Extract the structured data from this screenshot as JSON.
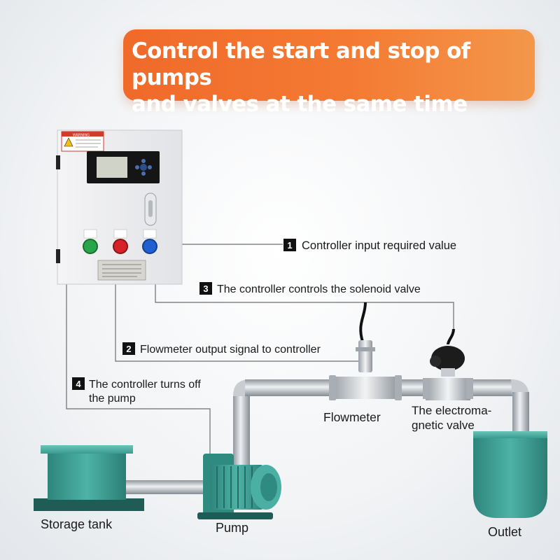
{
  "headline": {
    "line1": "Control the start and stop of pumps",
    "line2": "and valves at the same time"
  },
  "panel": {
    "warning_label": "WARNING"
  },
  "steps": [
    {
      "number": "1",
      "text": "Controller input required value"
    },
    {
      "number": "2",
      "text": "Flowmeter output signal to controller"
    },
    {
      "number": "3",
      "text": "The controller controls the solenoid valve"
    },
    {
      "number": "4",
      "line1": "The controller turns off",
      "line2": "the pump"
    }
  ],
  "components": {
    "flowmeter": "Flowmeter",
    "valve_line1": "The electroma-",
    "valve_line2": "gnetic valve",
    "storage_tank": "Storage tank",
    "pump": "Pump",
    "outlet": "Outlet"
  },
  "colors": {
    "banner": "#f27430",
    "tank": "#3b9c90",
    "pipe": "#b9bec3",
    "wire": "#6a6a6a",
    "button_green": "#2aa64a",
    "button_red": "#d6232a",
    "button_blue": "#1f5fd0"
  }
}
